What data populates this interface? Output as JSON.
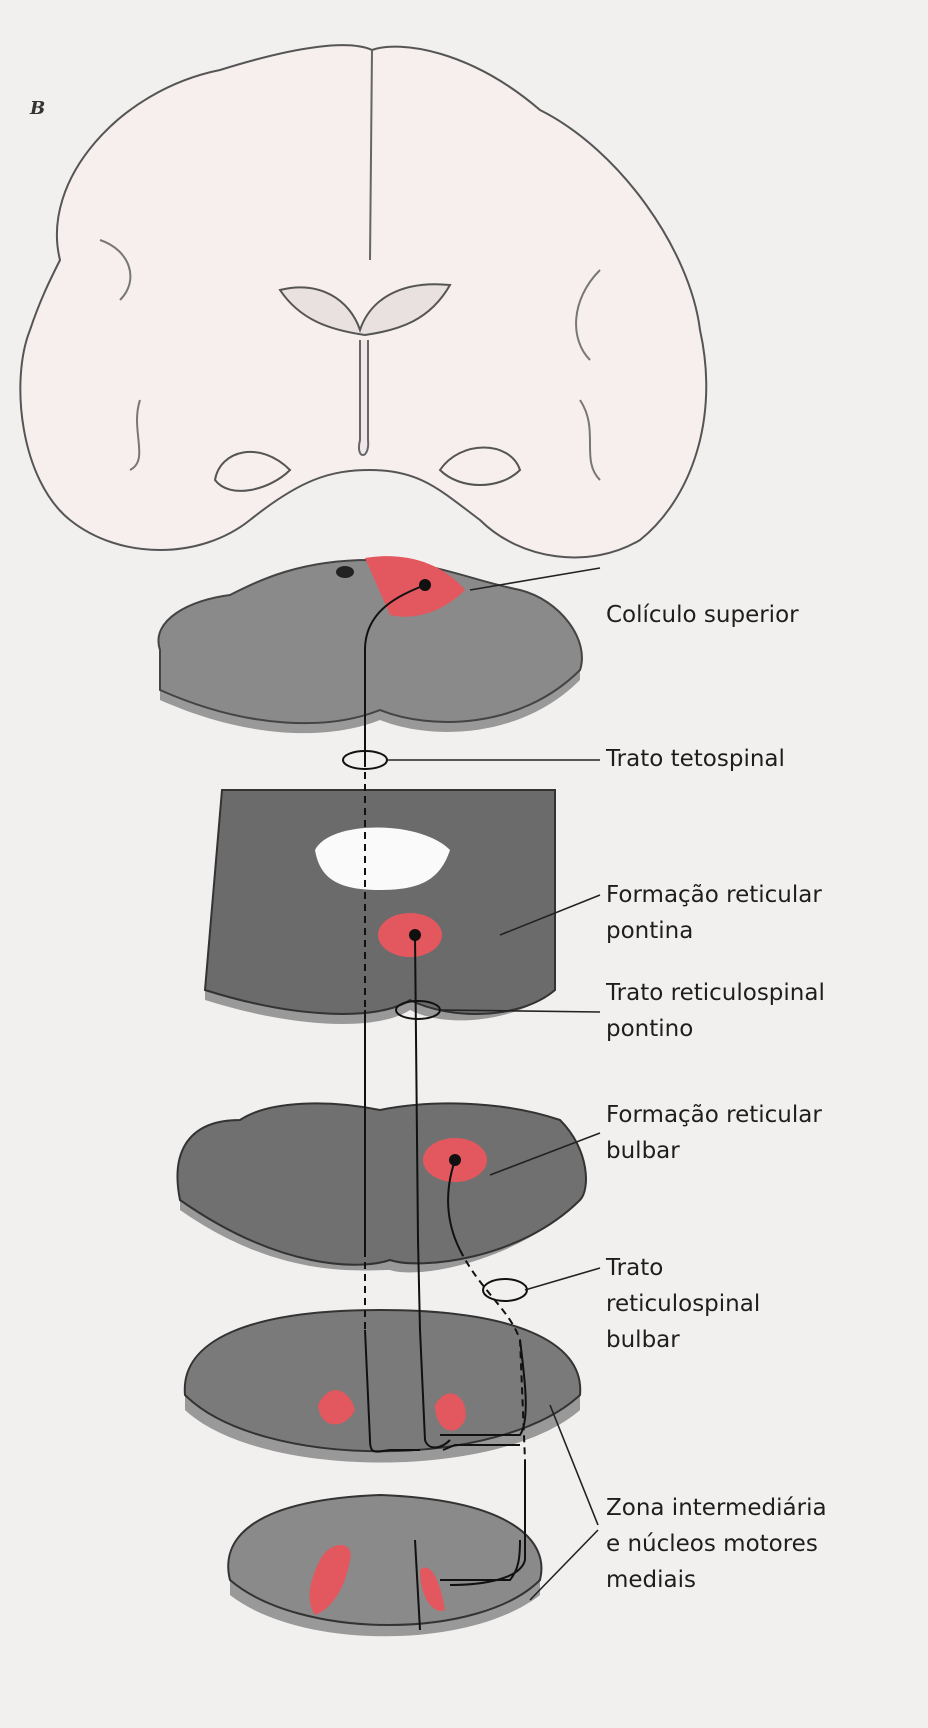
{
  "panel_letter": "B",
  "labels": {
    "coliculo": "Colículo superior",
    "tetospinal": "Trato tetospinal",
    "form_pontina": [
      "Formação reticular",
      "pontina"
    ],
    "trato_pontino": [
      "Trato reticulospinal",
      "pontino"
    ],
    "form_bulbar": [
      "Formação reticular",
      "bulbar"
    ],
    "trato_bulbar": [
      "Trato",
      "reticulospinal",
      "bulbar"
    ],
    "zona": [
      "Zona intermediária",
      "e núcleos motores",
      "mediais"
    ]
  },
  "colors": {
    "highlight": "#e2585e",
    "section": "#6b6b6b",
    "brain": "#f7eeee"
  }
}
